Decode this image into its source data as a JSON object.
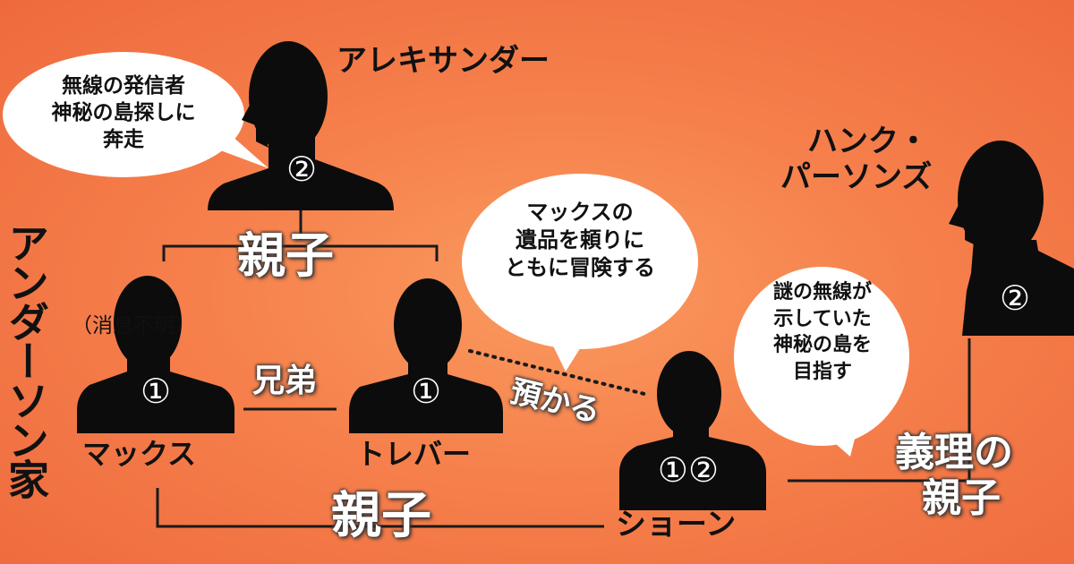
{
  "family": "アンダーソン家",
  "people": {
    "alexander": {
      "name": "アレキサンダー",
      "badge": "②"
    },
    "max": {
      "name": "マックス",
      "badge": "①",
      "note": "（消息不明）"
    },
    "trevor": {
      "name": "トレバー",
      "badge": "①"
    },
    "sean": {
      "name": "ショーン",
      "badge": "①②"
    },
    "hank": {
      "name_line1": "ハンク・",
      "name_line2": "パーソンズ",
      "badge": "②"
    }
  },
  "relations": {
    "parent_child_top": "親子",
    "brothers": "兄弟",
    "entrust": "預かる",
    "parent_child_bottom": "親子",
    "in_law_line1": "義理の",
    "in_law_line2": "親子"
  },
  "bubbles": {
    "alexander": [
      "無線の発信者",
      "神秘の島探しに",
      "奔走"
    ],
    "trevor": [
      "マックスの",
      "遺品を頼りに",
      "ともに冒険する"
    ],
    "hank": [
      "謎の無線が",
      "示していた",
      "神秘の島を",
      "目指す"
    ]
  }
}
